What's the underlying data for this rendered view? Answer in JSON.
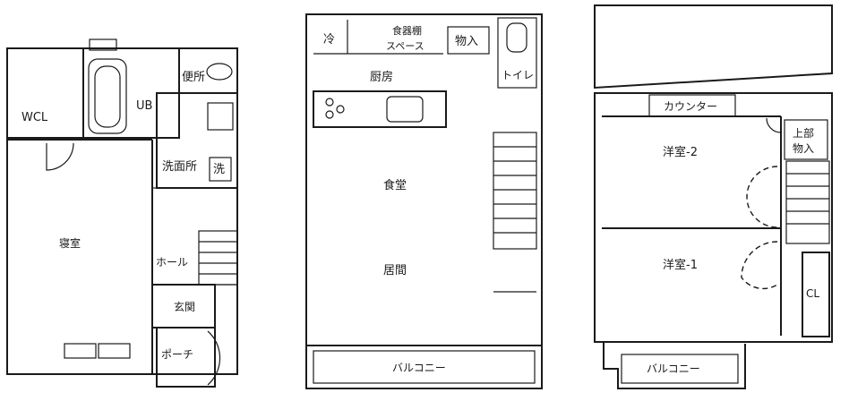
{
  "floor1": {
    "rooms": {
      "wcl": "WCL",
      "ub": "UB",
      "toilet": "便所",
      "washroom": "洗面所",
      "washer": "洗",
      "bedroom": "寝室",
      "hall": "ホール",
      "entrance": "玄関",
      "porch": "ポーチ"
    }
  },
  "floor2": {
    "rooms": {
      "fridge": "冷",
      "pantry_line1": "食器棚",
      "pantry_line2": "スペース",
      "storage": "物入",
      "toilet": "トイレ",
      "kitchen": "厨房",
      "dining": "食堂",
      "living": "居間",
      "balcony": "バルコニー"
    }
  },
  "floor3": {
    "rooms": {
      "counter": "カウンター",
      "western2": "洋室-2",
      "upper_line1": "上部",
      "upper_line2": "物入",
      "western1": "洋室-1",
      "closet": "CL",
      "balcony": "バルコニー"
    }
  }
}
